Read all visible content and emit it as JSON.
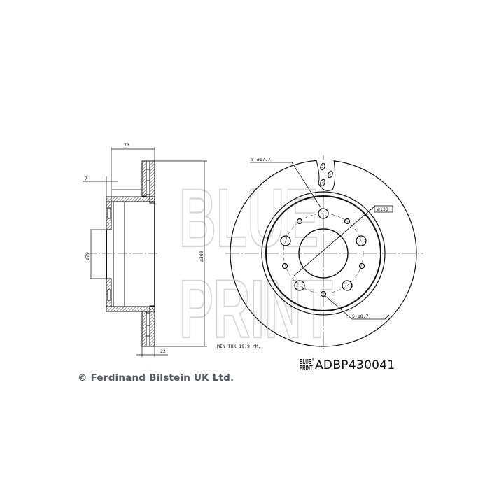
{
  "drawing": {
    "title": "Brake disc technical drawing",
    "watermark": {
      "line1": "BLUE",
      "line2": "PRINT",
      "color": "#d9d9d9"
    },
    "cross_section": {
      "dim_width_label": "73",
      "dim_offset_label": "7",
      "dim_bore_label": "ø79",
      "dim_diameter_label": "ø300",
      "dim_thickness_label": "22"
    },
    "front_view": {
      "large_holes_label": "5-ø17.7",
      "pcd_label": "ø130",
      "small_holes_label": "5-ø8.7",
      "min_thickness_label": "MIN THK 19.9 MM."
    },
    "line_color": "#111111"
  },
  "footer": {
    "copyright": "© Ferdinand Bilstein UK Ltd.",
    "brand_logo_line1": "BLUE",
    "brand_logo_line2": "PRINT",
    "brand_logo_reg": "®",
    "part_number": "ADBP430041"
  }
}
